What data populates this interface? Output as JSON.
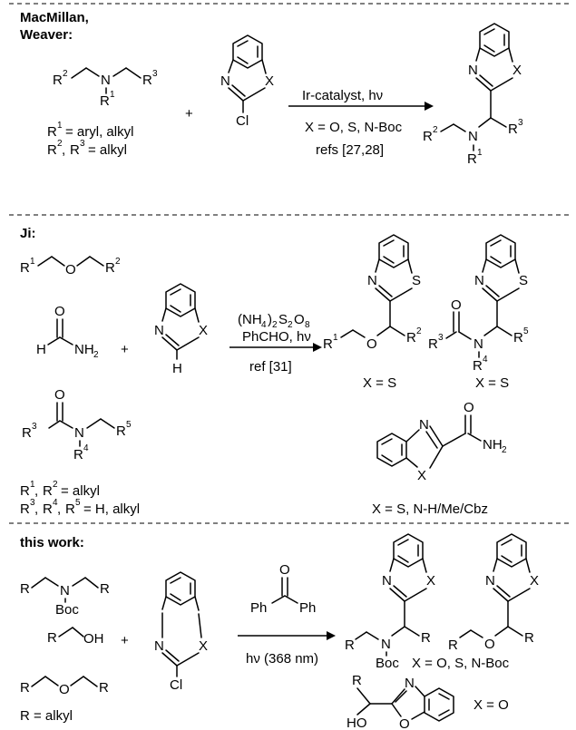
{
  "sections": [
    {
      "header_line1": "MacMillan,",
      "header_line2": "Weaver:",
      "arrow_above": "Ir-catalyst, hν",
      "arrow_below1": "X = O, S, N-Boc",
      "arrow_below2": "refs [27,28]",
      "note1": "= aryl, alkyl",
      "note2": "= alkyl"
    },
    {
      "header": "Ji:",
      "arrow_above1_pre": "(NH",
      "arrow_above1_mid": ")",
      "arrow_above1_s": "S",
      "arrow_above1_o": "O",
      "arrow_above2": "PhCHO, hν",
      "arrow_below": "ref [31]",
      "label_xs1": "X = S",
      "label_xs2": "X = S",
      "label_amide": "X = S, N-H/Me/Cbz",
      "note1": "= alkyl",
      "note2": "= H, alkyl"
    },
    {
      "header": "this work:",
      "arrow_below": "hν (368 nm)",
      "label_prod": "X = O, S, N-Boc",
      "label_prod2": "X = O",
      "note": "R = alkyl"
    }
  ],
  "atoms": {
    "N": "N",
    "O": "O",
    "S": "S",
    "X": "X",
    "H": "H",
    "Cl": "Cl",
    "R": "R",
    "Boc": "Boc",
    "OH": "OH",
    "HO": "HO",
    "NH": "NH",
    "Ph": "Ph",
    "plus": "+",
    "comma": ",",
    "two": "2",
    "four": "4",
    "eight": "8",
    "r1": "1",
    "r2": "2",
    "r3": "3",
    "r4": "4",
    "r5": "5"
  }
}
